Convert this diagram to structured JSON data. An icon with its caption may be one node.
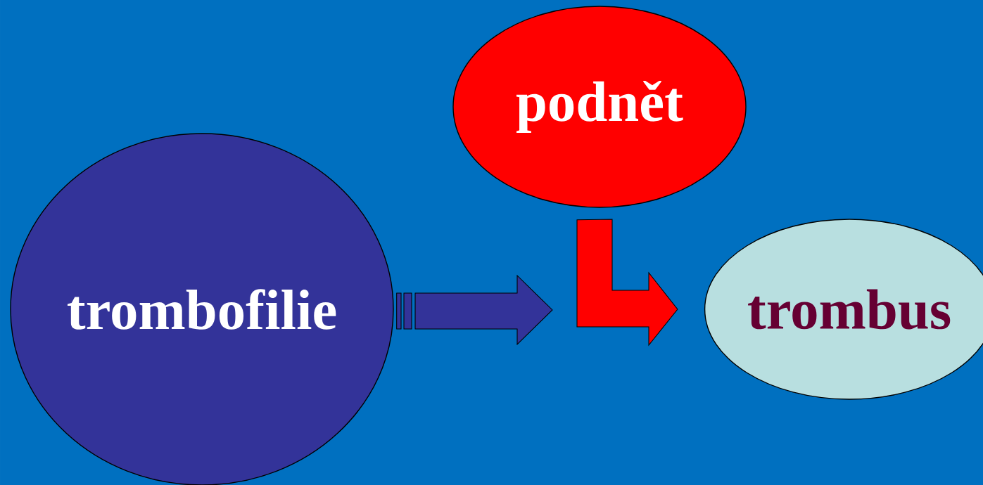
{
  "diagram": {
    "nodes": [
      {
        "text": [
          "trombofilie"
        ]
      },
      {
        "text": [
          "podnět"
        ]
      },
      {
        "text": [
          "trombus"
        ]
      }
    ],
    "edges": [
      {
        "from": 0,
        "to": null,
        "arrow": "to",
        "color": "#333399"
      },
      {
        "from": 1,
        "to": 2,
        "arrow": "to",
        "color": "#ff0000"
      }
    ]
  }
}
